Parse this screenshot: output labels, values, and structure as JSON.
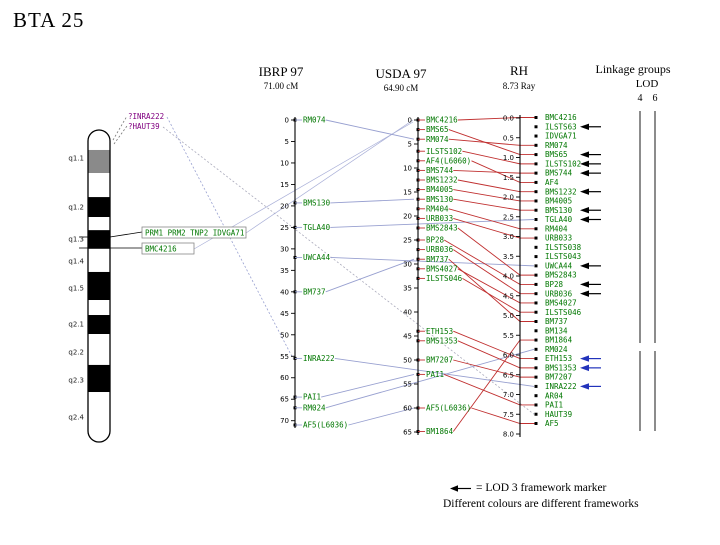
{
  "title": "BTA 25",
  "legend": {
    "arrow_label": "= LOD 3 framework marker",
    "note": "Different colours are different frameworks"
  },
  "colors": {
    "marker_green": "#007700",
    "flag_purple": "#800080",
    "fan_red": "#c03030",
    "cross_blue": "#98a0d0",
    "arrow_black": "#000000",
    "arrow_blue": "#2233bb"
  },
  "chromosome": {
    "band_labels": [
      {
        "name": "q1.1",
        "f": 0.09
      },
      {
        "name": "q1.2",
        "f": 0.247
      },
      {
        "name": "q1.3",
        "f": 0.349
      },
      {
        "name": "q1.4",
        "f": 0.42
      },
      {
        "name": "q1.5",
        "f": 0.506
      },
      {
        "name": "q2.1",
        "f": 0.622
      },
      {
        "name": "q2.2",
        "f": 0.712
      },
      {
        "name": "q2.3",
        "f": 0.801
      },
      {
        "name": "q2.4",
        "f": 0.92
      }
    ],
    "bands": [
      {
        "f0": 0.0,
        "f1": 0.064,
        "color": "#ffffff"
      },
      {
        "f0": 0.064,
        "f1": 0.138,
        "color": "#8a8a8a"
      },
      {
        "f0": 0.138,
        "f1": 0.215,
        "color": "#ffffff"
      },
      {
        "f0": 0.215,
        "f1": 0.279,
        "color": "#000000"
      },
      {
        "f0": 0.279,
        "f1": 0.321,
        "color": "#ffffff"
      },
      {
        "f0": 0.321,
        "f1": 0.381,
        "color": "#000000"
      },
      {
        "f0": 0.381,
        "f1": 0.455,
        "color": "#ffffff"
      },
      {
        "f0": 0.455,
        "f1": 0.545,
        "color": "#000000"
      },
      {
        "f0": 0.545,
        "f1": 0.593,
        "color": "#ffffff"
      },
      {
        "f0": 0.593,
        "f1": 0.654,
        "color": "#000000"
      },
      {
        "f0": 0.654,
        "f1": 0.753,
        "color": "#ffffff"
      },
      {
        "f0": 0.753,
        "f1": 0.84,
        "color": "#000000"
      },
      {
        "f0": 0.84,
        "f1": 1.0,
        "color": "#ffffff"
      }
    ],
    "flag_markers": [
      "?INRA222",
      "?HAUT39"
    ],
    "boxed_markers": [
      "PRM1 PRM2 TNP2 IDVGA71",
      "BMC4216"
    ]
  },
  "maps": [
    {
      "id": "ibrp",
      "title": "IBRP 97",
      "subtitle": "71.00 cM",
      "length": 71,
      "tick_step": 5,
      "tick_max": 70,
      "decimals": 0,
      "markers": [
        [
          "RM074",
          0
        ],
        [
          "BMS130",
          19.3
        ],
        [
          "TGLA40",
          25
        ],
        [
          "UWCA44",
          32
        ],
        [
          "BM737",
          40
        ],
        [
          "INRA222",
          55.5
        ],
        [
          "PAI1",
          64.5
        ],
        [
          "RM024",
          67
        ],
        [
          "AF5(L6036)",
          71
        ]
      ]
    },
    {
      "id": "usda",
      "title": "USDA 97",
      "subtitle": "64.90 cM",
      "length": 65,
      "tick_step": 5,
      "tick_max": 65,
      "decimals": 0,
      "markers": [
        [
          "BMC4216",
          0
        ],
        [
          "BMS65",
          2
        ],
        [
          "RM074",
          4
        ],
        [
          "ILSTS102",
          6.5
        ],
        [
          "AF4(L6060)",
          8.5
        ],
        [
          "BMS744",
          10.5
        ],
        [
          "BMS1232",
          12.5
        ],
        [
          "BM4005",
          14.5
        ],
        [
          "BMS130",
          16.5
        ],
        [
          "RM404",
          18.5
        ],
        [
          "URB033",
          20.5
        ],
        [
          "BMS2843",
          22.5
        ],
        [
          "BP28",
          25
        ],
        [
          "URB036",
          27
        ],
        [
          "BM737",
          29
        ],
        [
          "BMS4027",
          31
        ],
        [
          "ILSTS046",
          33
        ],
        [
          "ETH153",
          44
        ],
        [
          "BMS1353",
          46
        ],
        [
          "BM7207",
          50
        ],
        [
          "PAI1",
          53
        ],
        [
          "AF5(L6036)",
          60
        ],
        [
          "BM1864",
          64.9
        ]
      ]
    },
    {
      "id": "rh",
      "title": "RH",
      "subtitle": "8.73 Ray",
      "length": 8,
      "tick_step": 0.5,
      "tick_max": 8,
      "decimals": 1,
      "markers": []
    }
  ],
  "linkage": {
    "title": "Linkage groups",
    "lod": "LOD",
    "lod_cols": [
      "4",
      "6"
    ],
    "markers": [
      {
        "name": "BMC4216"
      },
      {
        "name": "ILSTS63",
        "arrow": "black"
      },
      {
        "name": "IDVGA71"
      },
      {
        "name": "RM074"
      },
      {
        "name": "BMS65",
        "arrow": "black"
      },
      {
        "name": "ILSTS102",
        "arrow": "black"
      },
      {
        "name": "BMS744",
        "arrow": "black"
      },
      {
        "name": "AF4"
      },
      {
        "name": "BMS1232",
        "arrow": "black"
      },
      {
        "name": "BM4005"
      },
      {
        "name": "BMS130",
        "arrow": "black"
      },
      {
        "name": "TGLA40",
        "arrow": "black"
      },
      {
        "name": "RM404"
      },
      {
        "name": "URB033"
      },
      {
        "name": "ILSTS038"
      },
      {
        "name": "ILSTS043"
      },
      {
        "name": "UWCA44",
        "arrow": "black"
      },
      {
        "name": "BMS2843"
      },
      {
        "name": "BP28",
        "arrow": "black"
      },
      {
        "name": "URB036",
        "arrow": "black"
      },
      {
        "name": "BMS4027"
      },
      {
        "name": "ILSTS046"
      },
      {
        "name": "BM737"
      },
      {
        "name": "BM134"
      },
      {
        "name": "BM1864"
      },
      {
        "name": "RM024"
      },
      {
        "name": "ETH153",
        "arrow": "blue"
      },
      {
        "name": "BMS1353",
        "arrow": "blue"
      },
      {
        "name": "BM7207"
      },
      {
        "name": "INRA222",
        "arrow": "blue"
      },
      {
        "name": "AR04"
      },
      {
        "name": "PAI1"
      },
      {
        "name": "HAUT39"
      },
      {
        "name": "AF5"
      }
    ]
  },
  "cross_links": [
    {
      "from": [
        "ibrp",
        "RM074"
      ],
      "to": [
        "usda",
        "RM074"
      ]
    },
    {
      "from": [
        "ibrp",
        "BMS130"
      ],
      "to": [
        "usda",
        "BMS130"
      ]
    },
    {
      "from": [
        "ibrp",
        "BM737"
      ],
      "to": [
        "usda",
        "BM737"
      ]
    },
    {
      "from": [
        "ibrp",
        "PAI1"
      ],
      "to": [
        "usda",
        "PAI1"
      ]
    },
    {
      "from": [
        "ibrp",
        "AF5(L6036)"
      ],
      "to": [
        "usda",
        "AF5(L6036)"
      ]
    },
    {
      "from": [
        "ibrp",
        "TGLA40"
      ],
      "to": [
        "linkage",
        "TGLA40"
      ]
    },
    {
      "from": [
        "ibrp",
        "UWCA44"
      ],
      "to": [
        "linkage",
        "UWCA44"
      ]
    },
    {
      "from": [
        "ibrp",
        "RM024"
      ],
      "to": [
        "linkage",
        "RM024"
      ]
    },
    {
      "from": [
        "ibrp",
        "INRA222"
      ],
      "to": [
        "linkage",
        "INRA222"
      ]
    }
  ]
}
